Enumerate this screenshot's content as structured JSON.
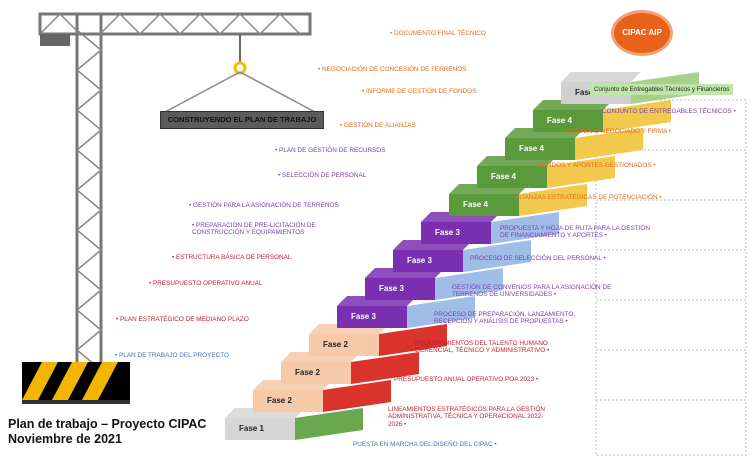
{
  "sign_label": "CONSTRUYENDO EL PLAN DE TRABAJO",
  "badge_label": "CIPAC AIP",
  "deliverables_label": "Conjunto de Entregables Técnicos y Financieros",
  "footer": {
    "line1": "Plan de trabajo – Proyecto CIPAC",
    "line2": "Noviembre de 2021"
  },
  "steps": [
    {
      "label": "Fase 1",
      "color": "#d6d6d6"
    },
    {
      "label": "Fase 2",
      "color": "#f6c9a8"
    },
    {
      "label": "Fase 2",
      "color": "#f6c9a8"
    },
    {
      "label": "Fase 2",
      "color": "#f6c9a8"
    },
    {
      "label": "Fase 3",
      "color": "#7a2fb0"
    },
    {
      "label": "Fase 3",
      "color": "#7a2fb0"
    },
    {
      "label": "Fase 3",
      "color": "#7a2fb0"
    },
    {
      "label": "Fase 3",
      "color": "#7a2fb0"
    },
    {
      "label": "Fase 4",
      "color": "#5a9a3a"
    },
    {
      "label": "Fase 4",
      "color": "#5a9a3a"
    },
    {
      "label": "Fase 4",
      "color": "#5a9a3a"
    },
    {
      "label": "Fase 4",
      "color": "#5a9a3a"
    },
    {
      "label": "Fase 5",
      "color": "#d0d0d0"
    }
  ],
  "left_labels": [
    {
      "text": "PLAN DE TRABAJO DEL PROYECTO",
      "style": "blue"
    },
    {
      "text": "PLAN ESTRATÉGICO DE MEDIANO PLAZO",
      "style": "red"
    },
    {
      "text": "PRESUPUESTO OPERATIVO ANUAL",
      "style": "red"
    },
    {
      "text": "ESTRUCTURA BÁSICA DE PERSONAL",
      "style": "red"
    },
    {
      "text": "PREPARACIÓN DE PRE-LICITACIÓN DE CONSTRUCCIÓN Y EQUIPAMIENTOS",
      "style": "purple"
    },
    {
      "text": "GESTIÓN PARA LA ASIGNACIÓN DE TERRENOS",
      "style": "purple"
    },
    {
      "text": "SELECCIÓN DE PERSONAL",
      "style": "purple"
    },
    {
      "text": "PLAN DE GESTIÓN DE RECURSOS",
      "style": "purple"
    },
    {
      "text": "GESTIÓN DE ALIANZAS",
      "style": "orange"
    },
    {
      "text": "INFORME DE GESTIÓN DE FONDOS",
      "style": "orange"
    },
    {
      "text": "NEGOCIACIÓN DE CONCESIÓN DE TERRENOS",
      "style": "orange"
    },
    {
      "text": "DOCUMENTO FINAL TÉCNICO",
      "style": "orange"
    }
  ],
  "right_labels": [
    {
      "text": "PUESTA EN MARCHA DEL DISEÑO DEL CIPAC",
      "style": "blue"
    },
    {
      "text": "LINEAMIENTOS ESTRATÉGICOS PARA LA GESTIÓN ADMINISTRATIVA, TÉCNICA Y OPERACIONAL 2022-2026",
      "style": "red"
    },
    {
      "text": "PRESUPUESTO ANUAL OPERATIVO POA 2023",
      "style": "red"
    },
    {
      "text": "REQUERIMIENTOS DEL TALENTO HUMANO GERENCIAL, TÉCNICO Y ADMINISTRATIVO",
      "style": "red"
    },
    {
      "text": "PROCESO DE PREPARACIÓN, LANZAMIENTO, RECEPCIÓN Y ANÁLISIS DE PROPUESTAS",
      "style": "purple"
    },
    {
      "text": "GESTIÓN DE CONVENIOS PARA LA ASIGNACIÓN DE TERRENOS DE UNIVERSIDADES",
      "style": "purple"
    },
    {
      "text": "PROCESO DE SELECCIÓN DEL PERSONAL",
      "style": "purple"
    },
    {
      "text": "PROPUESTA Y HOJA DE RUTA PARA LA GESTIÓN DE FINANCIAMIENTO Y APORTES",
      "style": "purple"
    },
    {
      "text": "ALIANZAS ESTRATÉGICAS DE POTENCIACIÓN",
      "style": "orange"
    },
    {
      "text": "FONDOS Y APORTES GESTIONADOS",
      "style": "orange"
    },
    {
      "text": "CONVENIO NEGOCIADO Y FIRMA",
      "style": "orange"
    },
    {
      "text": "CONJUNTO DE ENTREGABLES TÉCNICOS",
      "style": "purple"
    }
  ]
}
